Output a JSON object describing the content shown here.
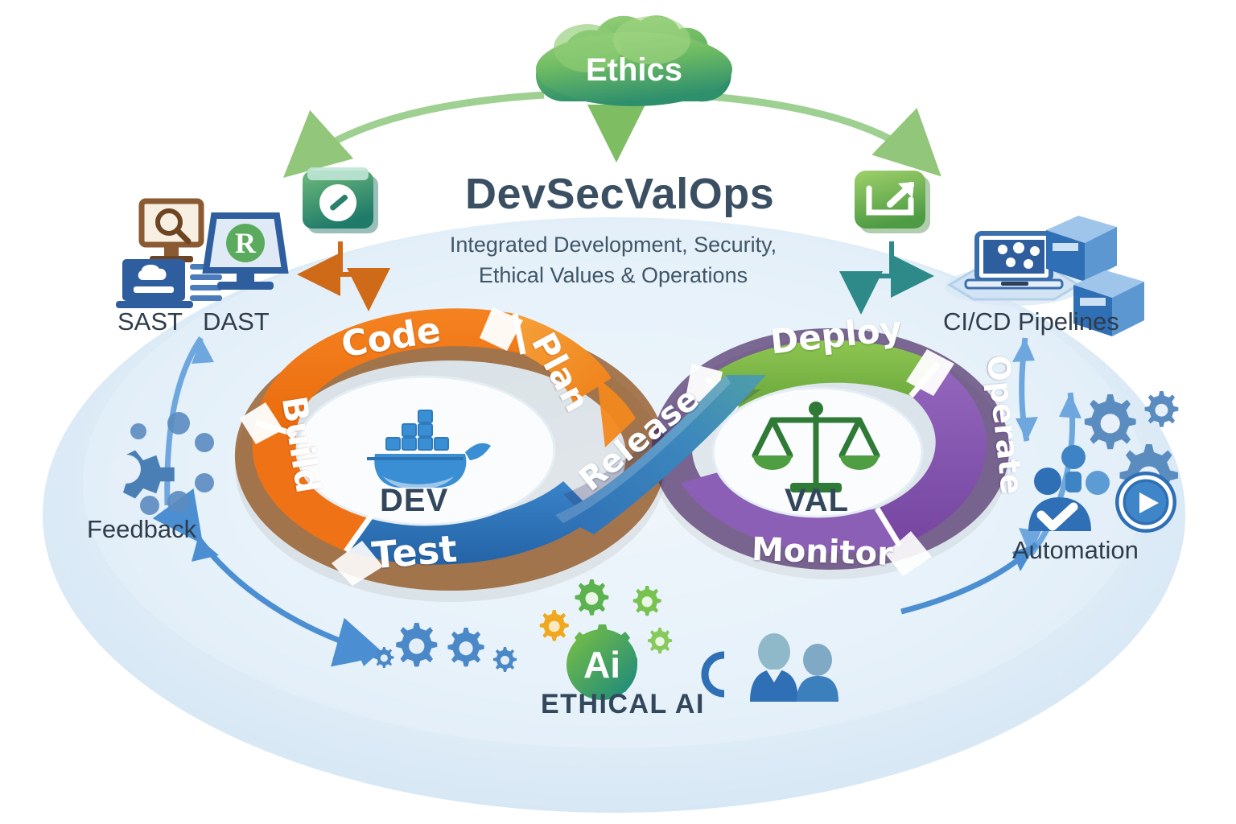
{
  "header": {
    "title": "DevSecValOps",
    "subtitle_line1": "Integrated Development, Security,",
    "subtitle_line2": "Ethical Values & Operations"
  },
  "cloud": {
    "label": "Ethics",
    "color": "#64b363"
  },
  "loop": {
    "dev": {
      "center_label": "DEV",
      "center_icon": "docker-whale-icon",
      "segments": [
        {
          "id": "code",
          "label": "Code",
          "color": "#ee7014"
        },
        {
          "id": "plan",
          "label": "Plan",
          "color": "#f29021"
        },
        {
          "id": "build",
          "label": "Build",
          "color": "#ef7216"
        },
        {
          "id": "test",
          "label": "Test",
          "color": "#2f74bb"
        }
      ]
    },
    "val": {
      "center_label": "VAL",
      "center_icon": "scales-of-justice-icon",
      "segments": [
        {
          "id": "deploy",
          "label": "Deploy",
          "color": "#7cb843"
        },
        {
          "id": "operate",
          "label": "Operate",
          "color": "#8050a8"
        },
        {
          "id": "monitor",
          "label": "Monitor",
          "color": "#8b5fb6"
        }
      ]
    },
    "crossover": {
      "id": "release",
      "label": "Release",
      "color": "#2f74bb"
    }
  },
  "side_icons": {
    "security_gate": {
      "name": "security-block-icon",
      "color": "#2e8b6e"
    },
    "deploy_gate": {
      "name": "export-arrow-icon",
      "color": "#6fb347"
    }
  },
  "outer": {
    "sast": {
      "label": "SAST",
      "icon": "code-scan-monitor-icon"
    },
    "dast": {
      "label": "DAST",
      "icon": "runtime-scan-monitor-icon"
    },
    "cicd": {
      "label": "CI/CD Pipelines",
      "icon": "laptop-containers-icon"
    },
    "feedback": {
      "label": "Feedback",
      "icon": "gear-loop-icon"
    },
    "automation": {
      "label": "Automation",
      "icon": "gears-people-play-icon"
    },
    "ethical_ai": {
      "label": "ETHICAL AI",
      "icon": "ai-gears-icon"
    }
  },
  "colors": {
    "background": "#ffffff",
    "ellipse": "#dceaf5",
    "orange": "#ee7014",
    "blue": "#2f74bb",
    "green": "#7cb843",
    "purple": "#8050a8",
    "teal": "#2e8b6e",
    "navy": "#33475c",
    "arrow_blue": "#4f90d4",
    "arrow_orange": "#d4701a",
    "arrow_teal": "#2e8f8c"
  }
}
